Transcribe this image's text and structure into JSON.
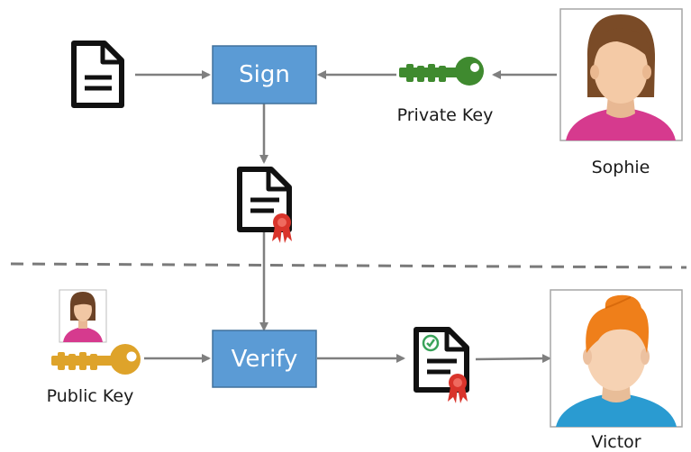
{
  "process": {
    "sign_label": "Sign",
    "verify_label": "Verify"
  },
  "keys": {
    "private_label": "Private Key",
    "public_label": "Public Key",
    "private_color": "#3f8a2f",
    "public_color": "#dea32a"
  },
  "people": {
    "signer_name": "Sophie",
    "verifier_name": "Victor"
  },
  "colors": {
    "box_fill": "#5b9bd5",
    "box_border": "#41719c",
    "arrow": "#7f7f7f",
    "seal": "#d9342b",
    "check": "#3aa35a"
  },
  "icons": [
    "document-icon",
    "signed-document-icon",
    "verified-document-icon",
    "private-key-icon",
    "public-key-icon",
    "sophie-avatar",
    "victor-avatar"
  ]
}
